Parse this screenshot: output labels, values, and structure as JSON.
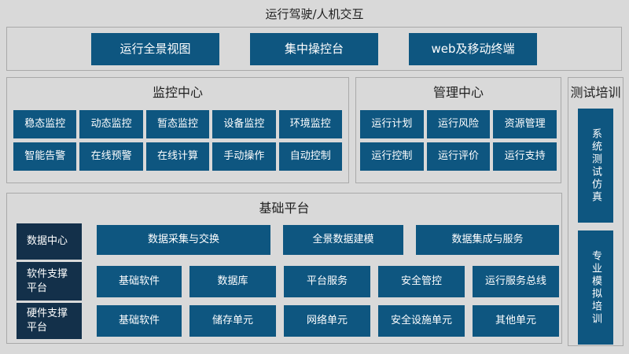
{
  "page": {
    "title": "运行驾驶/人机交互"
  },
  "top_panel": {
    "buttons": [
      "运行全景视图",
      "集中操控台",
      "web及移动终端"
    ]
  },
  "monitoring_center": {
    "title": "监控中心",
    "rows": [
      [
        "稳态监控",
        "动态监控",
        "暂态监控",
        "设备监控",
        "环境监控"
      ],
      [
        "智能告警",
        "在线预警",
        "在线计算",
        "手动操作",
        "自动控制"
      ]
    ]
  },
  "management_center": {
    "title": "管理中心",
    "rows": [
      [
        "运行计划",
        "运行风险",
        "资源管理"
      ],
      [
        "运行控制",
        "运行评价",
        "运行支持"
      ]
    ]
  },
  "test_training": {
    "title": "测试培训",
    "buttons": [
      "系统测试仿真",
      "专业模拟培训"
    ]
  },
  "base_platform": {
    "title": "基础平台",
    "rows": [
      {
        "label": "数据中心",
        "buttons": [
          "数据采集与交换",
          "全景数据建模",
          "数据集成与服务"
        ]
      },
      {
        "label": "软件支撑平台",
        "buttons": [
          "基础软件",
          "数据库",
          "平台服务",
          "安全管控",
          "运行服务总线"
        ]
      },
      {
        "label": "硬件支撑平台",
        "buttons": [
          "基础软件",
          "储存单元",
          "网络单元",
          "安全设施单元",
          "其他单元"
        ]
      }
    ]
  },
  "colors": {
    "background": "#d9d9d9",
    "tile_blue": "#0e5680",
    "label_navy": "#13304a",
    "panel_border": "#a9a9a9",
    "tile_text": "#ffffff",
    "title_text": "#1f1f1f"
  }
}
